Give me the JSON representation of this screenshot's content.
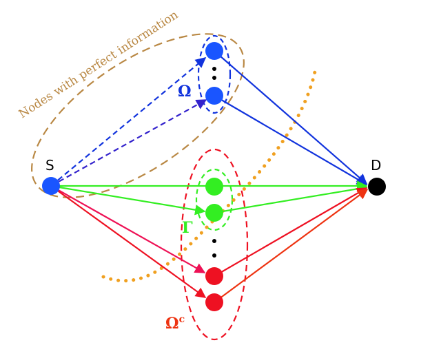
{
  "labels": {
    "source": "S",
    "destination": "D",
    "perfect_info_caption": "Nodes with perfect information",
    "omega": "Ω",
    "gamma": "Γ",
    "omega_c_base": "Ω",
    "omega_c_sup": "c"
  },
  "colors": {
    "blue": "#1133dd",
    "node_blue": "#1a55ff",
    "green": "#33ee22",
    "red": "#ee1122",
    "red_orange": "#ee3311",
    "magenta_red": "#ee1155",
    "brown": "#b98844",
    "orange_dots": "#f0a020",
    "dark_blue_dashed": "#3322cc",
    "black": "#000000"
  }
}
